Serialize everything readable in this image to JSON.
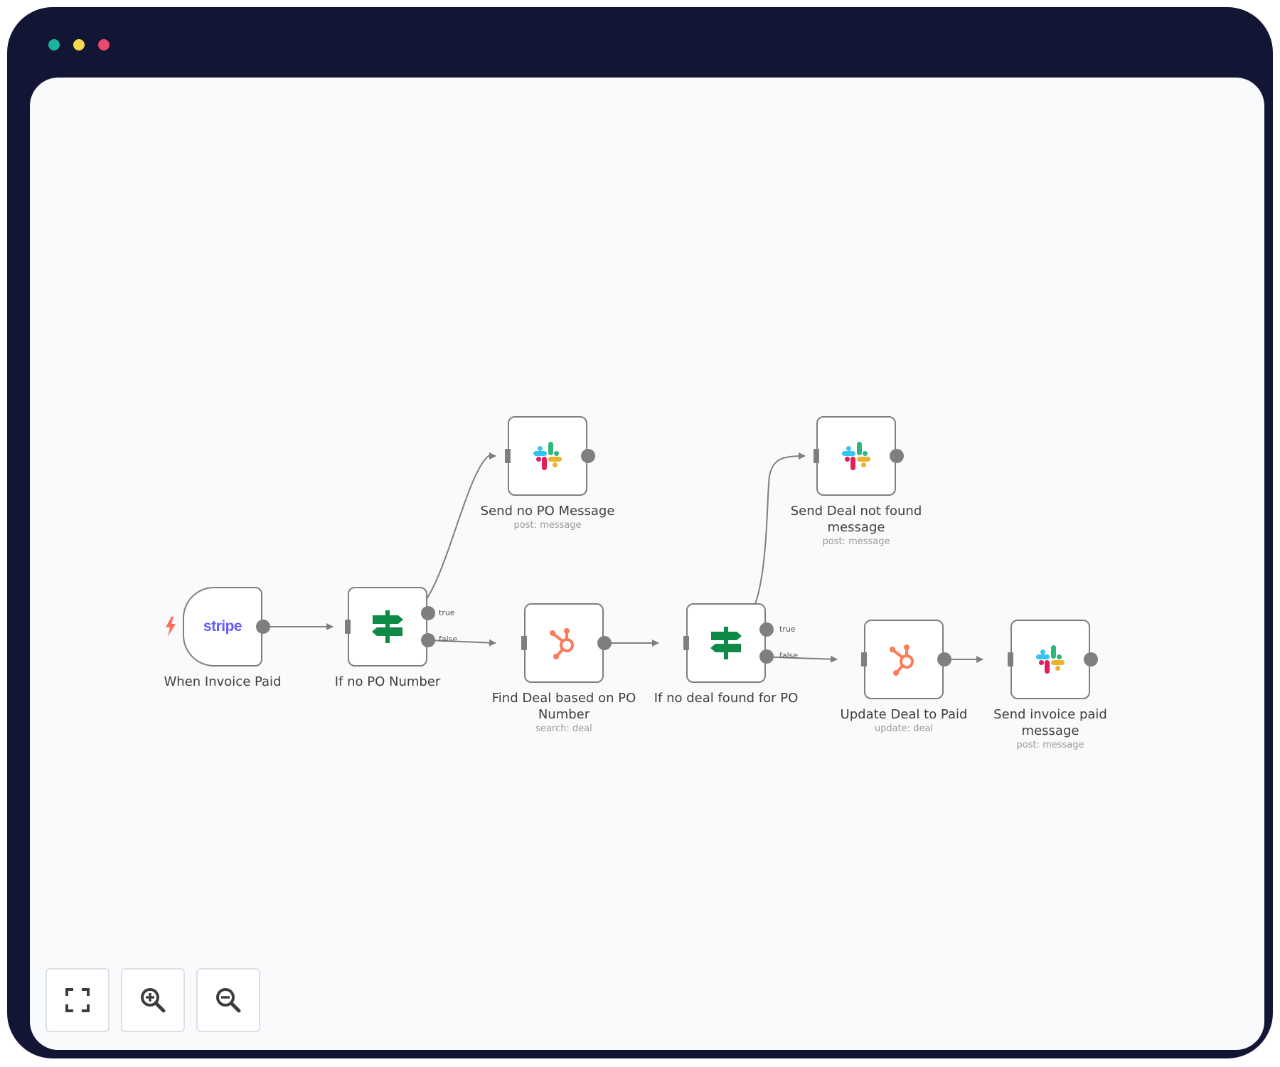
{
  "window": {
    "controls": [
      "close",
      "minimize",
      "maximize"
    ],
    "control_colors": [
      "#1bb39a",
      "#f6d84d",
      "#ea4a6c"
    ]
  },
  "workflow": {
    "nodes": [
      {
        "id": "when-invoice-paid",
        "label": "When Invoice Paid",
        "subtitle": "",
        "icon": "stripe-icon",
        "icon_text": "stripe",
        "trigger": true
      },
      {
        "id": "if-no-po-number",
        "label": "If no PO Number",
        "subtitle": "",
        "icon": "signpost-icon"
      },
      {
        "id": "send-no-po-message",
        "label": "Send no PO Message",
        "subtitle": "post: message",
        "icon": "slack-icon"
      },
      {
        "id": "find-deal",
        "label": "Find Deal based on PO Number",
        "subtitle": "search: deal",
        "icon": "hubspot-icon"
      },
      {
        "id": "if-no-deal-found",
        "label": "If no deal found for PO",
        "subtitle": "",
        "icon": "signpost-icon"
      },
      {
        "id": "send-deal-not-found",
        "label": "Send Deal not found message",
        "subtitle": "post: message",
        "icon": "slack-icon"
      },
      {
        "id": "update-deal-to-paid",
        "label": "Update Deal to Paid",
        "subtitle": "update: deal",
        "icon": "hubspot-icon"
      },
      {
        "id": "send-invoice-paid",
        "label": "Send invoice paid message",
        "subtitle": "post: message",
        "icon": "slack-icon"
      }
    ],
    "branches": {
      "true_label": "true",
      "false_label": "false"
    }
  },
  "controls": [
    {
      "name": "fit-view",
      "icon": "fullscreen-icon"
    },
    {
      "name": "zoom-in",
      "icon": "zoom-in-icon"
    },
    {
      "name": "zoom-out",
      "icon": "zoom-out-icon"
    }
  ],
  "colors": {
    "frame": "#131534",
    "canvas": "#f9fafc",
    "connector": "#7f7f7f",
    "signpost_green": "#0d8a45",
    "hubspot_orange": "#ff7a59",
    "stripe_purple": "#635bff",
    "trigger_bolt": "#ff6d5a"
  }
}
